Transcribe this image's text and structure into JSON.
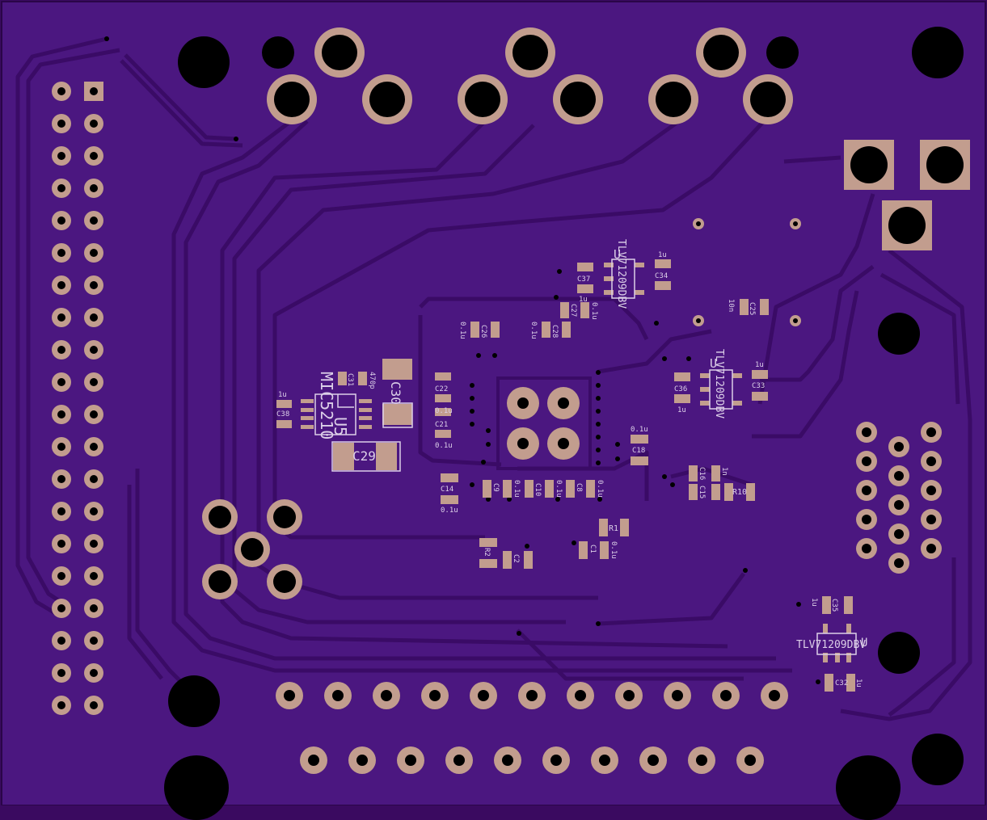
{
  "colors": {
    "background": "#3a0a60",
    "board": "#4b1780",
    "copper": "#3f1070",
    "trace": "#3c0d6a",
    "pad": "#c29d8e",
    "drill": "#000000",
    "silk": "#dccfe8"
  },
  "labels": {
    "u5_ref": "U5",
    "u5_val": "MIC5210",
    "u_top_ref": "U",
    "u_top_val": "TLV71209DBV",
    "u_mid_ref": "U",
    "u_mid_val": "TLV71209DBV",
    "u_bot_ref": "U",
    "u_bot_val": "TLV71209DBV",
    "c29": "C29",
    "c30": "C30",
    "c31": "C31",
    "c31_val": "470p",
    "c38": "C38",
    "c38_val": "1u",
    "c22": "C22",
    "c21": "C21",
    "c21_val": "0.1u",
    "c22_val": "0.1u",
    "c26": "C26",
    "c26_val": "0.1u",
    "c28": "C28",
    "c28_val": "0.1u",
    "c27": "C27",
    "c27_val": "0.1u",
    "c37": "C37",
    "c37_val": "1u",
    "c34": "C34",
    "c34_val": "1u",
    "c25": "C25",
    "c25_val": "10n",
    "c36": "C36",
    "c36_val": "1u",
    "c33": "C33",
    "c33_val": "1u",
    "c18": "C18",
    "c18_val": "0.1u",
    "c16": "C16",
    "c15": "C15",
    "c16_val": "1n",
    "r10": "R10",
    "c14": "C14",
    "c14_val": "0.1u",
    "c9": "C9",
    "c9_val": "0.1u",
    "c10": "C10",
    "c10_val": "0.1u",
    "c8": "C8",
    "c8_val": "0.1u",
    "r1": "R1",
    "c1": "C1",
    "c1_val": "0.1u",
    "r2": "R2",
    "c2": "C2",
    "c35": "C35",
    "c35_val": "1u",
    "c32": "C32",
    "c32_val": "1u"
  }
}
